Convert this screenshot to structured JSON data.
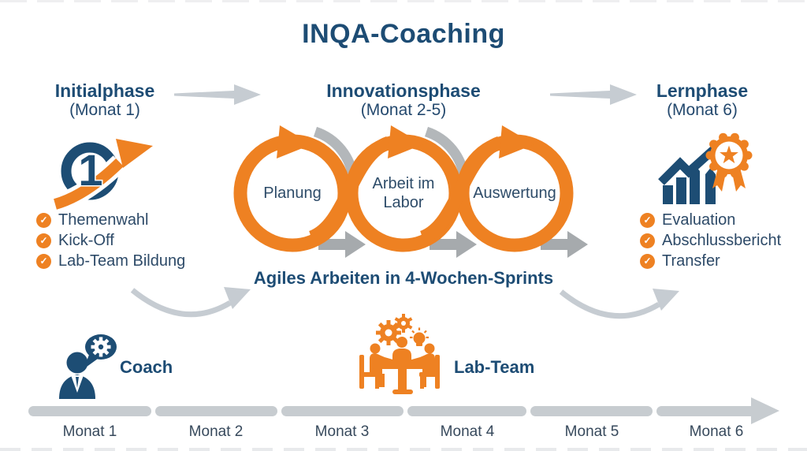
{
  "title": "INQA-Coaching",
  "phases": [
    {
      "name": "Initialphase",
      "period": "(Monat 1)",
      "checklist": [
        "Themenwahl",
        "Kick-Off",
        "Lab-Team Bildung"
      ]
    },
    {
      "name": "Innovationsphase",
      "period": "(Monat 2-5)",
      "sprint_steps": [
        "Planung",
        "Arbeit im Labor",
        "Auswertung"
      ],
      "caption": "Agiles Arbeiten in 4-Wochen-Sprints"
    },
    {
      "name": "Lernphase",
      "period": "(Monat 6)",
      "checklist": [
        "Evaluation",
        "Abschlussbericht",
        "Transfer"
      ]
    }
  ],
  "roles": [
    {
      "label": "Coach"
    },
    {
      "label": "Lab-Team"
    }
  ],
  "timeline": {
    "months": [
      "Monat 1",
      "Monat 2",
      "Monat 3",
      "Monat 4",
      "Monat 5",
      "Monat 6"
    ]
  },
  "icons": {
    "check": "✓"
  },
  "colors": {
    "navy": "#1d4c74",
    "text_navy": "#2d4a68",
    "orange": "#ee8122",
    "arrow_light_gray": "#c6ccd2",
    "connector_gray": "#a6aaad",
    "timeline_gray": "#c7ccd0"
  }
}
